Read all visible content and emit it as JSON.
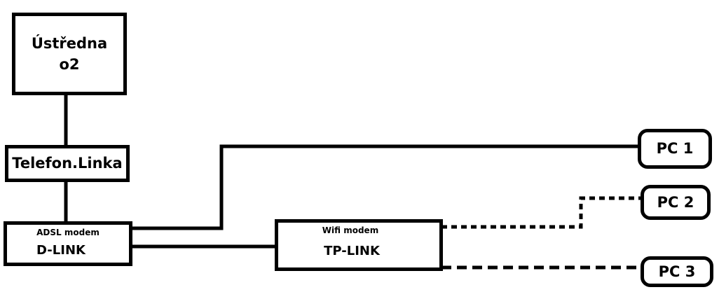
{
  "diagram": {
    "nodes": {
      "exchange": {
        "line1": "Ústředna",
        "line2": "o2"
      },
      "phone_line": {
        "label": "Telefon.Linka"
      },
      "adsl_modem": {
        "subtitle": "ADSL modem",
        "label": "D-LINK"
      },
      "wifi_modem": {
        "subtitle": "Wifi modem",
        "label": "TP-LINK"
      },
      "pc1": {
        "label": "PC 1"
      },
      "pc2": {
        "label": "PC 2"
      },
      "pc3": {
        "label": "PC 3"
      }
    },
    "edges": [
      {
        "from": "exchange",
        "to": "phone_line",
        "style": "solid"
      },
      {
        "from": "phone_line",
        "to": "adsl_modem",
        "style": "solid"
      },
      {
        "from": "adsl_modem",
        "to": "pc1",
        "style": "solid"
      },
      {
        "from": "adsl_modem",
        "to": "wifi_modem",
        "style": "solid"
      },
      {
        "from": "wifi_modem",
        "to": "pc2",
        "style": "dotted"
      },
      {
        "from": "wifi_modem",
        "to": "pc3",
        "style": "dashed"
      }
    ],
    "colors": {
      "stroke": "#000000",
      "background": "#ffffff"
    }
  }
}
